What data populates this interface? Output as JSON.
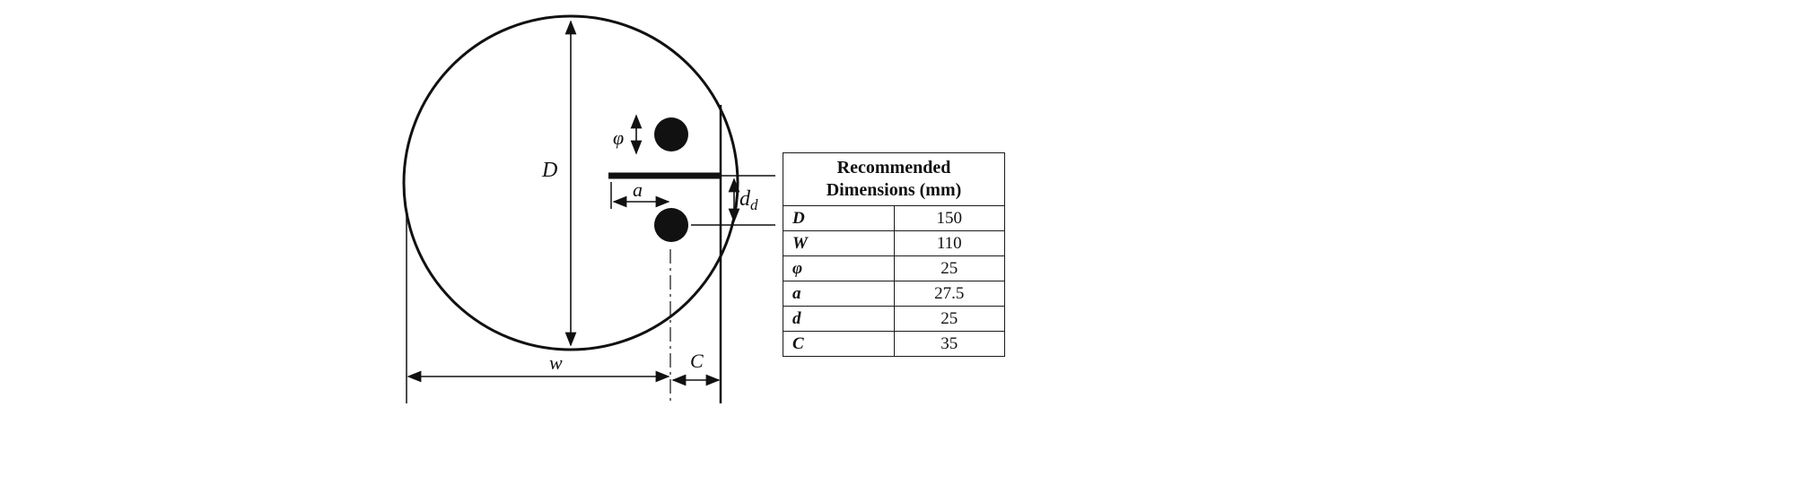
{
  "figure": {
    "background": "#ffffff",
    "ink": "#111111"
  },
  "diagram": {
    "labels": {
      "diameter": "D",
      "hole_diameter": "φ",
      "notch_length": "a",
      "hole_distance_main": "d",
      "hole_distance_sub": "d",
      "width": "w",
      "flat_offset": "C"
    }
  },
  "table": {
    "header_line1": "Recommended",
    "header_line2": "Dimensions (mm)",
    "rows": [
      {
        "symbol": "D",
        "value": "150"
      },
      {
        "symbol": "W",
        "value": "110"
      },
      {
        "symbol": "φ",
        "value": "25"
      },
      {
        "symbol": "a",
        "value": "27.5"
      },
      {
        "symbol": "d",
        "value": "25"
      },
      {
        "symbol": "C",
        "value": "35"
      }
    ]
  }
}
